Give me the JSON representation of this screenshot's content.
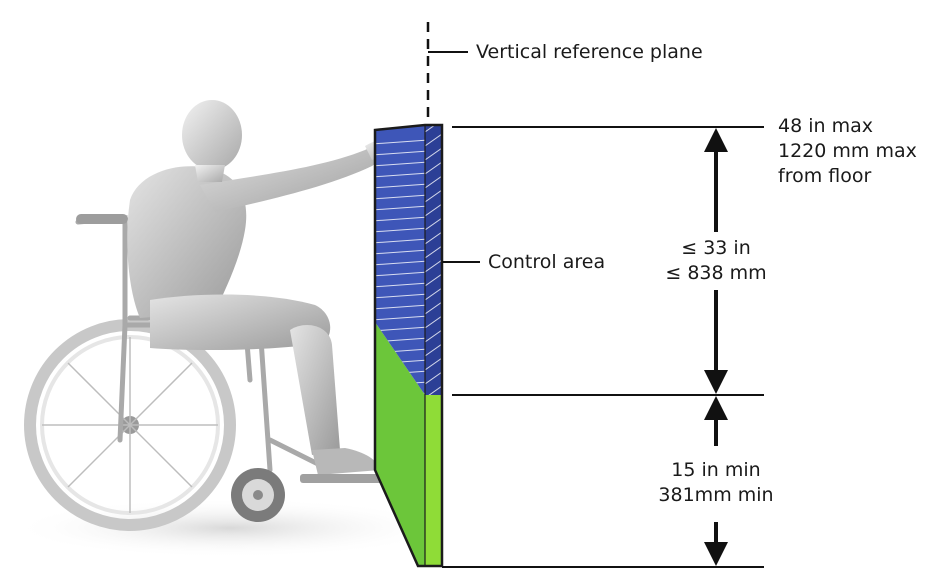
{
  "labels": {
    "reference_plane": "Vertical reference plane",
    "control_area": "Control area",
    "top_height": [
      "48 in max",
      "1220 mm max",
      "from floor"
    ],
    "control_range": [
      "≤ 33 in",
      "≤ 838 mm"
    ],
    "bottom_height": [
      "15 in min",
      "381mm min"
    ]
  },
  "colors": {
    "control_area": "#3e56b8",
    "control_area_side": "#2c3f96",
    "lower_zone": "#6cc63a",
    "lower_zone_side": "#8fdc37",
    "lines": "#111111"
  },
  "illustration": "person-in-wheelchair-reaching"
}
